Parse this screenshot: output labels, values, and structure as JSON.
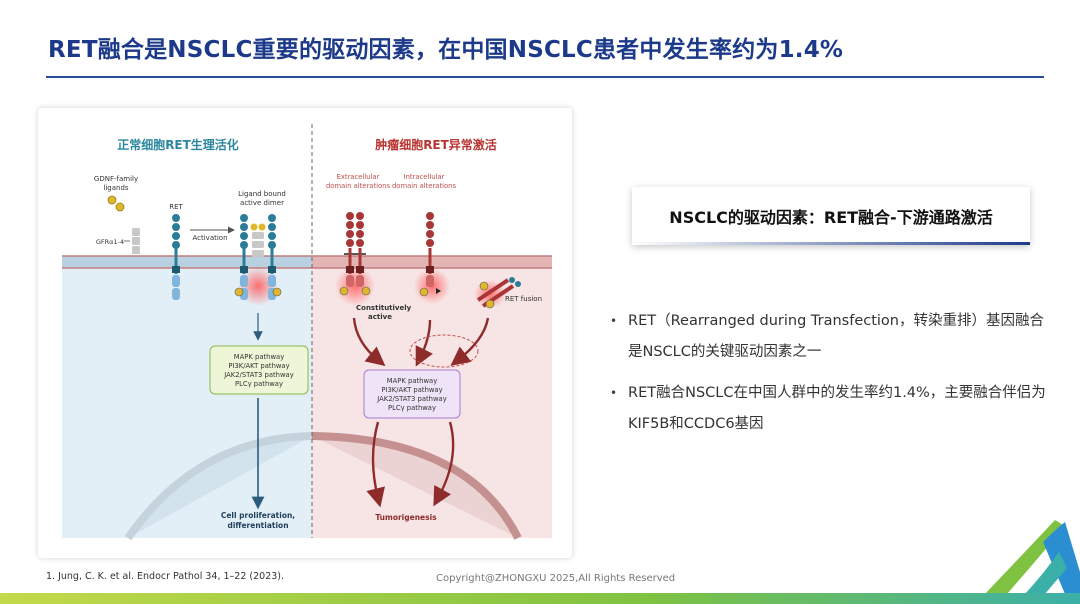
{
  "slide": {
    "title": "RET融合是NSCLC重要的驱动因素，在中国NSCLC患者中发生率约为1.4%"
  },
  "figure": {
    "left_header": "正常细胞RET生理活化",
    "right_header": "肿瘤细胞RET异常激活",
    "gdnf_label_1": "GDNF-family",
    "gdnf_label_2": "ligands",
    "ret_label": "RET",
    "gfr_label": "GFRα1-4",
    "activation_label": "Activation",
    "dimer_label_1": "Ligand bound",
    "dimer_label_2": "active dimer",
    "extracellular_label_1": "Extracellular",
    "extracellular_label_2": "domain alterations",
    "intracellular_label_1": "Intracellular",
    "intracellular_label_2": "domain alterations",
    "constitutive_label_1": "Constitutively",
    "constitutive_label_2": "active",
    "ret_fusion_label": "RET fusion",
    "pathways_normal": [
      "MAPK pathway",
      "PI3K/AKT pathway",
      "JAK2/STAT3 pathway",
      "PLCγ pathway"
    ],
    "pathways_tumor": [
      "MAPK pathway",
      "PI3K/AKT pathway",
      "JAK2/STAT3 pathway",
      "PLCγ pathway"
    ],
    "outcome_normal_1": "Cell proliferation,",
    "outcome_normal_2": "differentiation",
    "outcome_tumor": "Tumorigenesis",
    "colors": {
      "normal_bg": "#e3eff7",
      "tumor_bg": "#f7e4e4",
      "membrane": "#c47e7e",
      "normal_accent": "#2b87a0",
      "tumor_accent": "#b8332f"
    }
  },
  "callout": {
    "text": "NSCLC的驱动因素：RET融合-下游通路激活"
  },
  "bullets": [
    "RET（Rearranged during Transfection，转染重排）基因融合是NSCLC的关键驱动因素之一",
    "RET融合NSCLC在中国人群中的发生率约1.4%，主要融合伴侣为KIF5B和CCDC6基因"
  ],
  "footer": {
    "reference": "1. Jung, C. K. et al. Endocr Pathol 34, 1–22 (2023).",
    "copyright": "Copyright@ZHONGXU 2025,All Rights Reserved"
  },
  "icons": {
    "logo": "zhongxu-logo-icon"
  }
}
